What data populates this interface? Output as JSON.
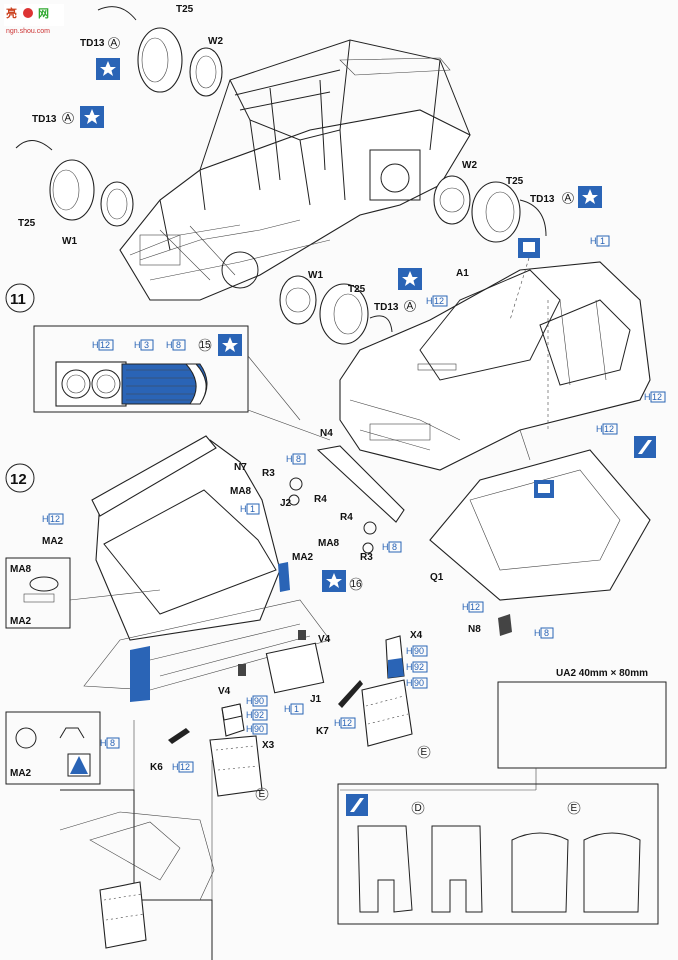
{
  "header": {
    "watermark": "ngn.shou.com"
  },
  "steps": [
    "11",
    "12"
  ],
  "parts": {
    "T25_a": "T25",
    "T25_b": "T25",
    "T25_c": "T25",
    "T25_d": "T25",
    "TD13_a": "TD13",
    "TD13_b": "TD13",
    "TD13_c": "TD13",
    "TD13_d": "TD13",
    "W1_a": "W1",
    "W1_b": "W1",
    "W2_a": "W2",
    "W2_b": "W2",
    "A1": "A1",
    "N4": "N4",
    "N7": "N7",
    "N8": "N8",
    "Q1": "Q1",
    "R3_a": "R3",
    "R3_b": "R3",
    "R4_a": "R4",
    "R4_b": "R4",
    "MA8_a": "MA8",
    "MA8_b": "MA8",
    "MA8_c": "MA8",
    "MA2_a": "MA2",
    "MA2_b": "MA2",
    "MA2_c": "MA2",
    "MA2_d": "MA2",
    "J1": "J1",
    "J2": "J2",
    "V4_a": "V4",
    "V4_b": "V4",
    "X3": "X3",
    "X4": "X4",
    "K6": "K6",
    "K7": "K7"
  },
  "decal_markers": {
    "A": "A",
    "D": "D",
    "E": "E",
    "n15": "15",
    "n16": "16"
  },
  "paint_codes": {
    "H1": "1",
    "H3": "3",
    "H8": "8",
    "H12": "12",
    "H90": "90",
    "H92": "92"
  },
  "cut_panel": {
    "title": "UA2  40mm × 80mm",
    "label_d": "D",
    "label_e": "E"
  },
  "colors": {
    "accent_blue": "#2a64b6",
    "line": "#222222"
  }
}
